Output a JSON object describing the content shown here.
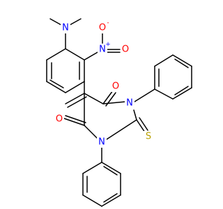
{
  "molecule": {
    "atoms": {
      "amine_n": "N",
      "nitro_n": "N",
      "nitro_n_charge": "+",
      "nitro_o_top": "O",
      "nitro_o_top_charge": "-",
      "nitro_o_right": "O",
      "carbonyl_o_upper": "O",
      "carbonyl_o_lower": "O",
      "ring_n1": "N",
      "ring_n3": "N",
      "thione_s": "S"
    },
    "colors": {
      "bond": "#000000",
      "nitrogen": "#0000ff",
      "oxygen": "#ff0000",
      "sulfur": "#b8a000"
    }
  }
}
